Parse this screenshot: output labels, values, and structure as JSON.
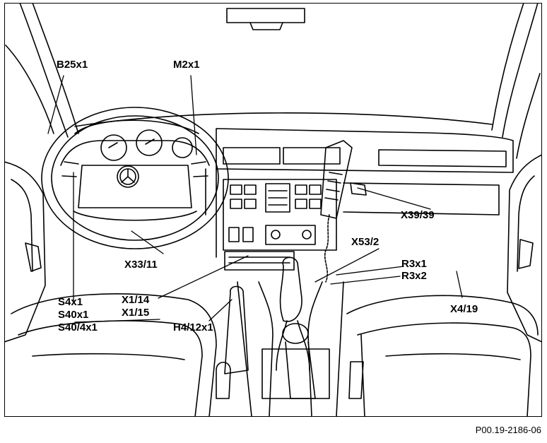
{
  "figure_ref": "P00.19-2186-06",
  "labels": {
    "b25x1": "B25x1",
    "m2x1": "M2x1",
    "x39_39": "X39/39",
    "x53_2": "X53/2",
    "r3x1": "R3x1",
    "r3x2": "R3x2",
    "x33_11": "X33/11",
    "x4_19": "X4/19",
    "s4x1": "S4x1",
    "s40x1": "S40x1",
    "s40_4x1": "S40/4x1",
    "x1_14": "X1/14",
    "x1_15": "X1/15",
    "h4_12x1": "H4/12x1"
  }
}
